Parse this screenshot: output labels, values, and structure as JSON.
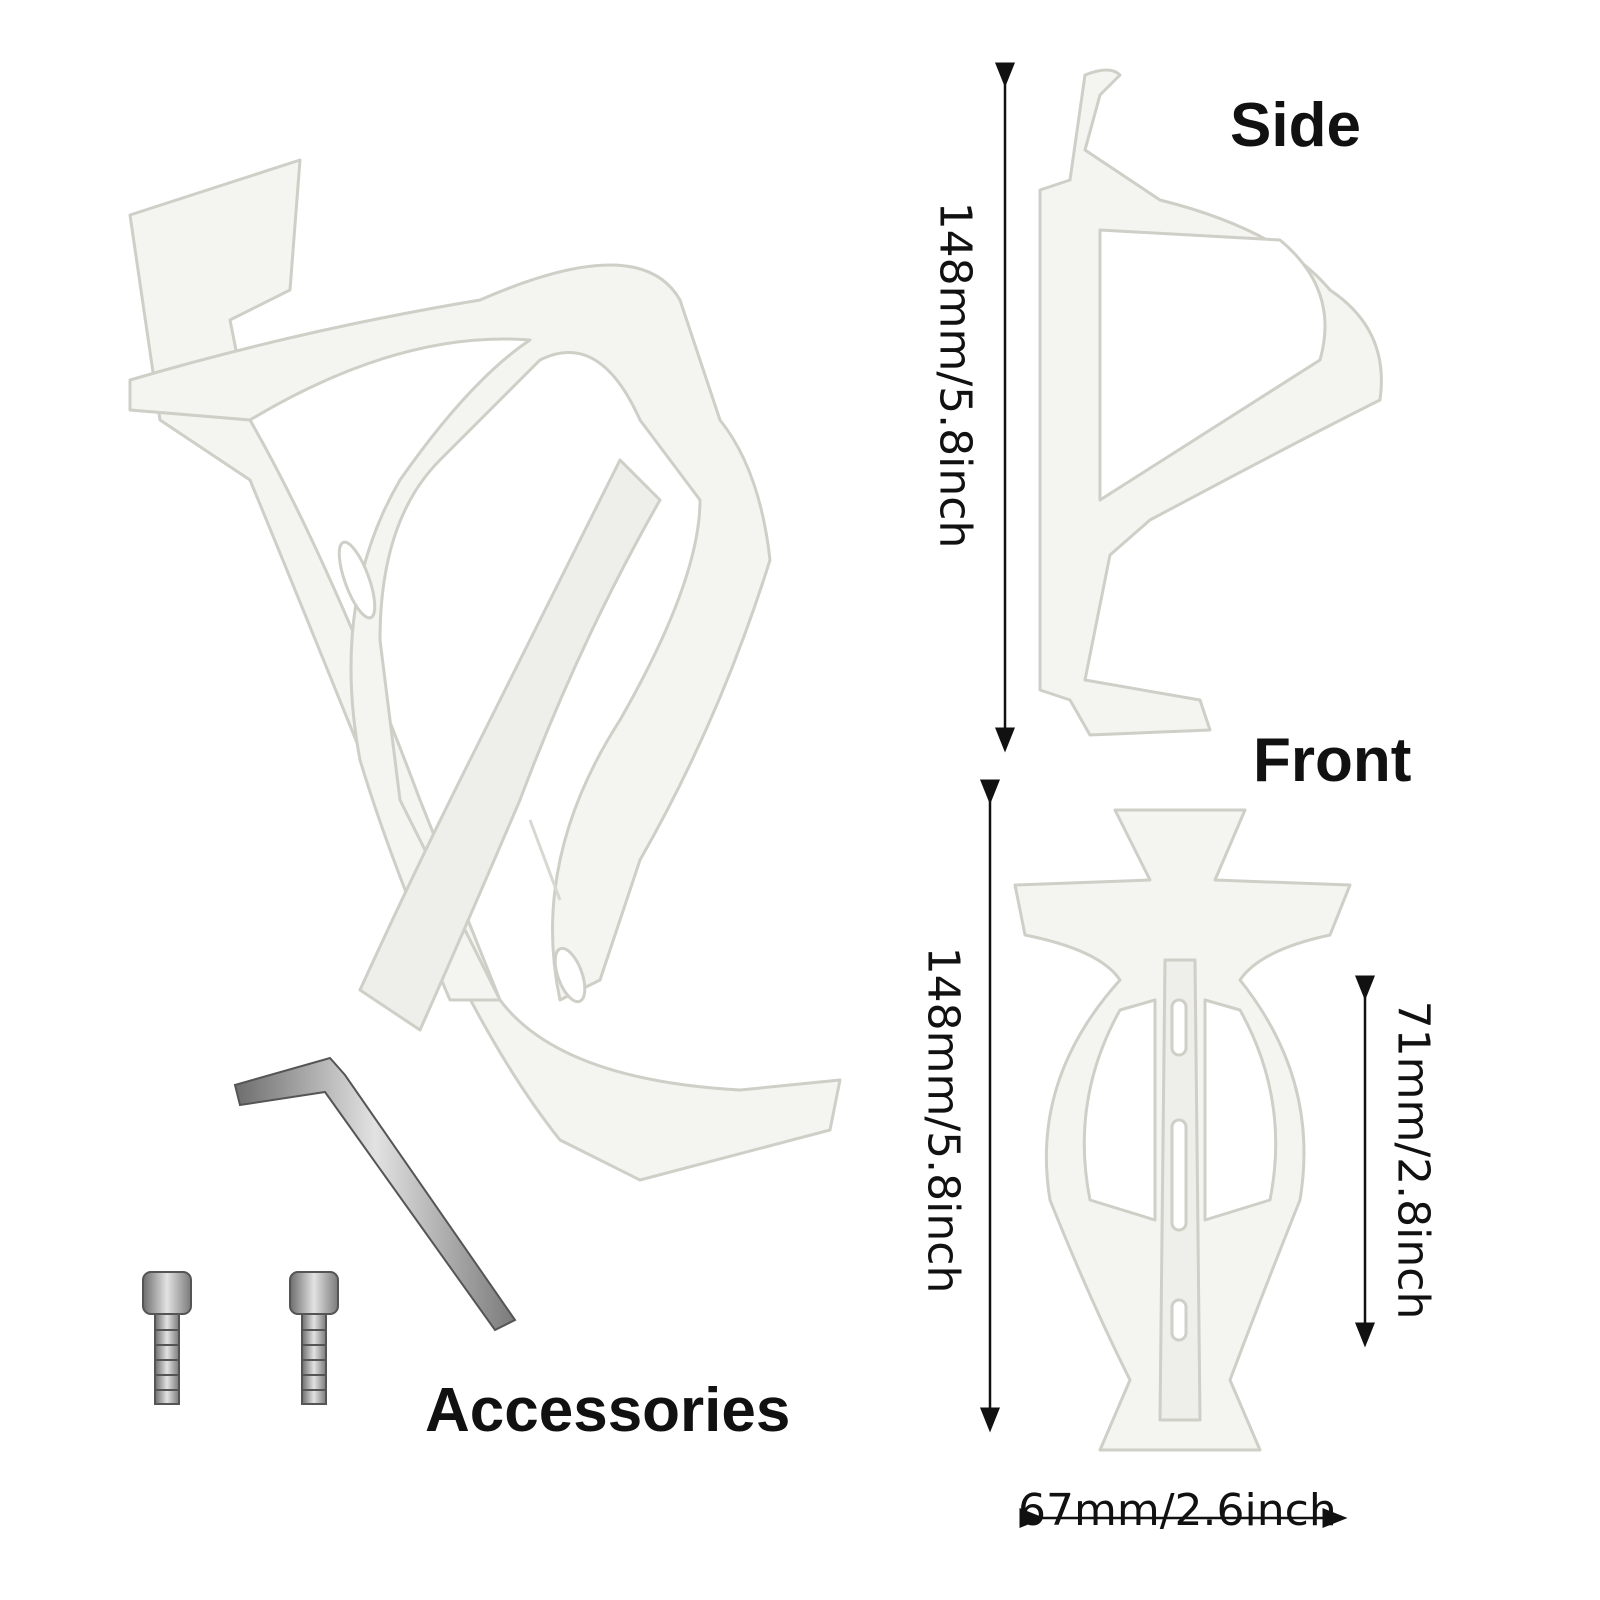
{
  "labels": {
    "side": "Side",
    "front": "Front",
    "accessories": "Accessories"
  },
  "dimensions": {
    "side_height": "148mm/5.8inch",
    "front_height": "148mm/5.8inch",
    "slot_spacing": "71mm/2.8inch",
    "width": "67mm/2.6inch"
  },
  "colors": {
    "cage_fill": "#f4f4f0",
    "cage_shade": "#d9d9d4",
    "metal": "#9a9a9a",
    "text": "#111111"
  }
}
